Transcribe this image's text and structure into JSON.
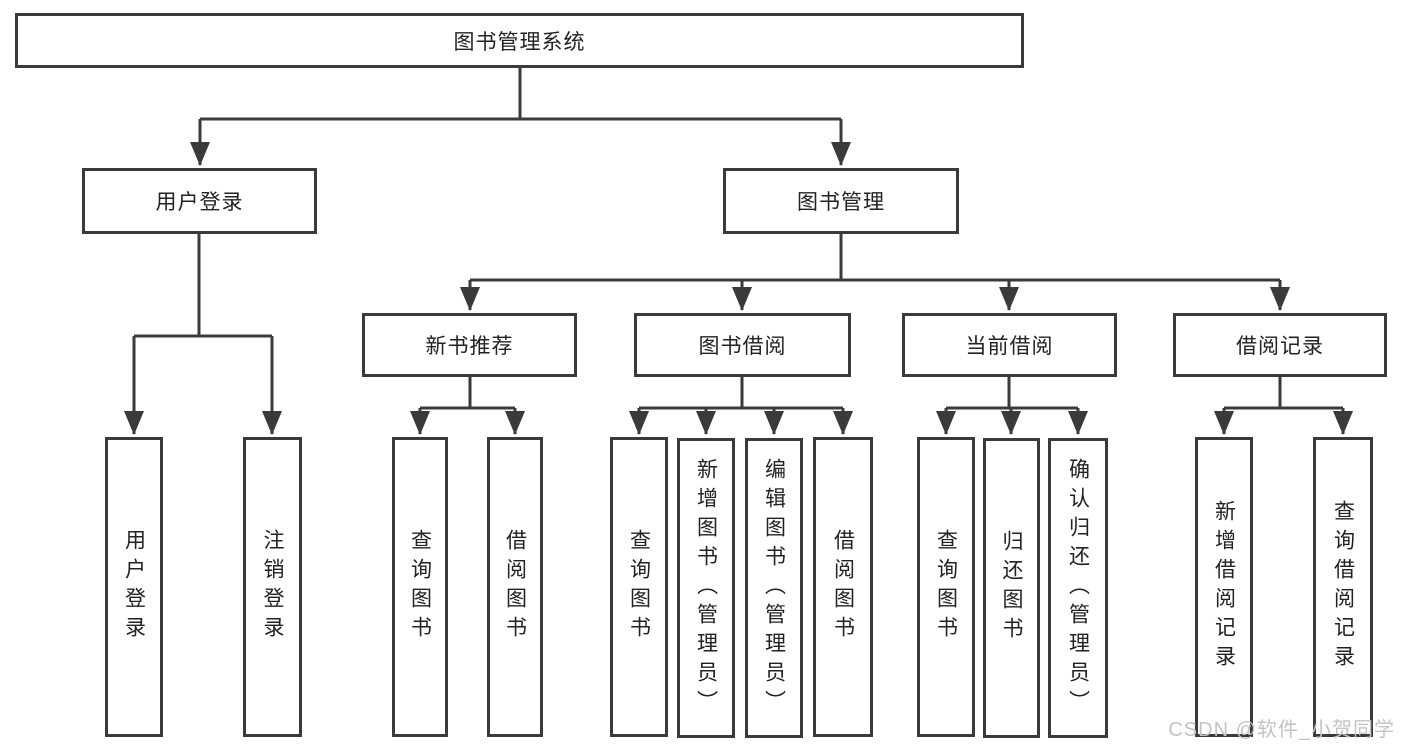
{
  "diagram": {
    "type": "hierarchy-tree",
    "colors": {
      "background": "#ffffff",
      "box_border": "#3a3a3a",
      "line": "#3a3a3a",
      "text": "#222222",
      "watermark": "#c3c3c3"
    }
  },
  "nodes": {
    "root": {
      "label": "图书管理系统"
    },
    "user_login": {
      "label": "用户登录"
    },
    "book_mgmt": {
      "label": "图书管理"
    },
    "new_book_rec": {
      "label": "新书推荐"
    },
    "book_borrow": {
      "label": "图书借阅"
    },
    "current_borrow": {
      "label": "当前借阅"
    },
    "borrow_record": {
      "label": "借阅记录"
    },
    "leaf_user_login": {
      "label": "用户登录"
    },
    "leaf_logout": {
      "label": "注销登录"
    },
    "leaf_query_book_1": {
      "label": "查询图书"
    },
    "leaf_borrow_book_1": {
      "label": "借阅图书"
    },
    "leaf_query_book_2": {
      "label": "查询图书"
    },
    "leaf_add_book": {
      "label": "新增图书（管理员）"
    },
    "leaf_edit_book": {
      "label": "编辑图书（管理员）"
    },
    "leaf_borrow_book_2": {
      "label": "借阅图书"
    },
    "leaf_query_book_3": {
      "label": "查询图书"
    },
    "leaf_return_book": {
      "label": "归还图书"
    },
    "leaf_confirm_return": {
      "label": "确认归还（管理员）"
    },
    "leaf_add_borrow_rec": {
      "label": "新增借阅记录"
    },
    "leaf_query_borrow_rec": {
      "label": "查询借阅记录"
    }
  },
  "watermark": {
    "text": "CSDN @软件_小贺同学"
  }
}
